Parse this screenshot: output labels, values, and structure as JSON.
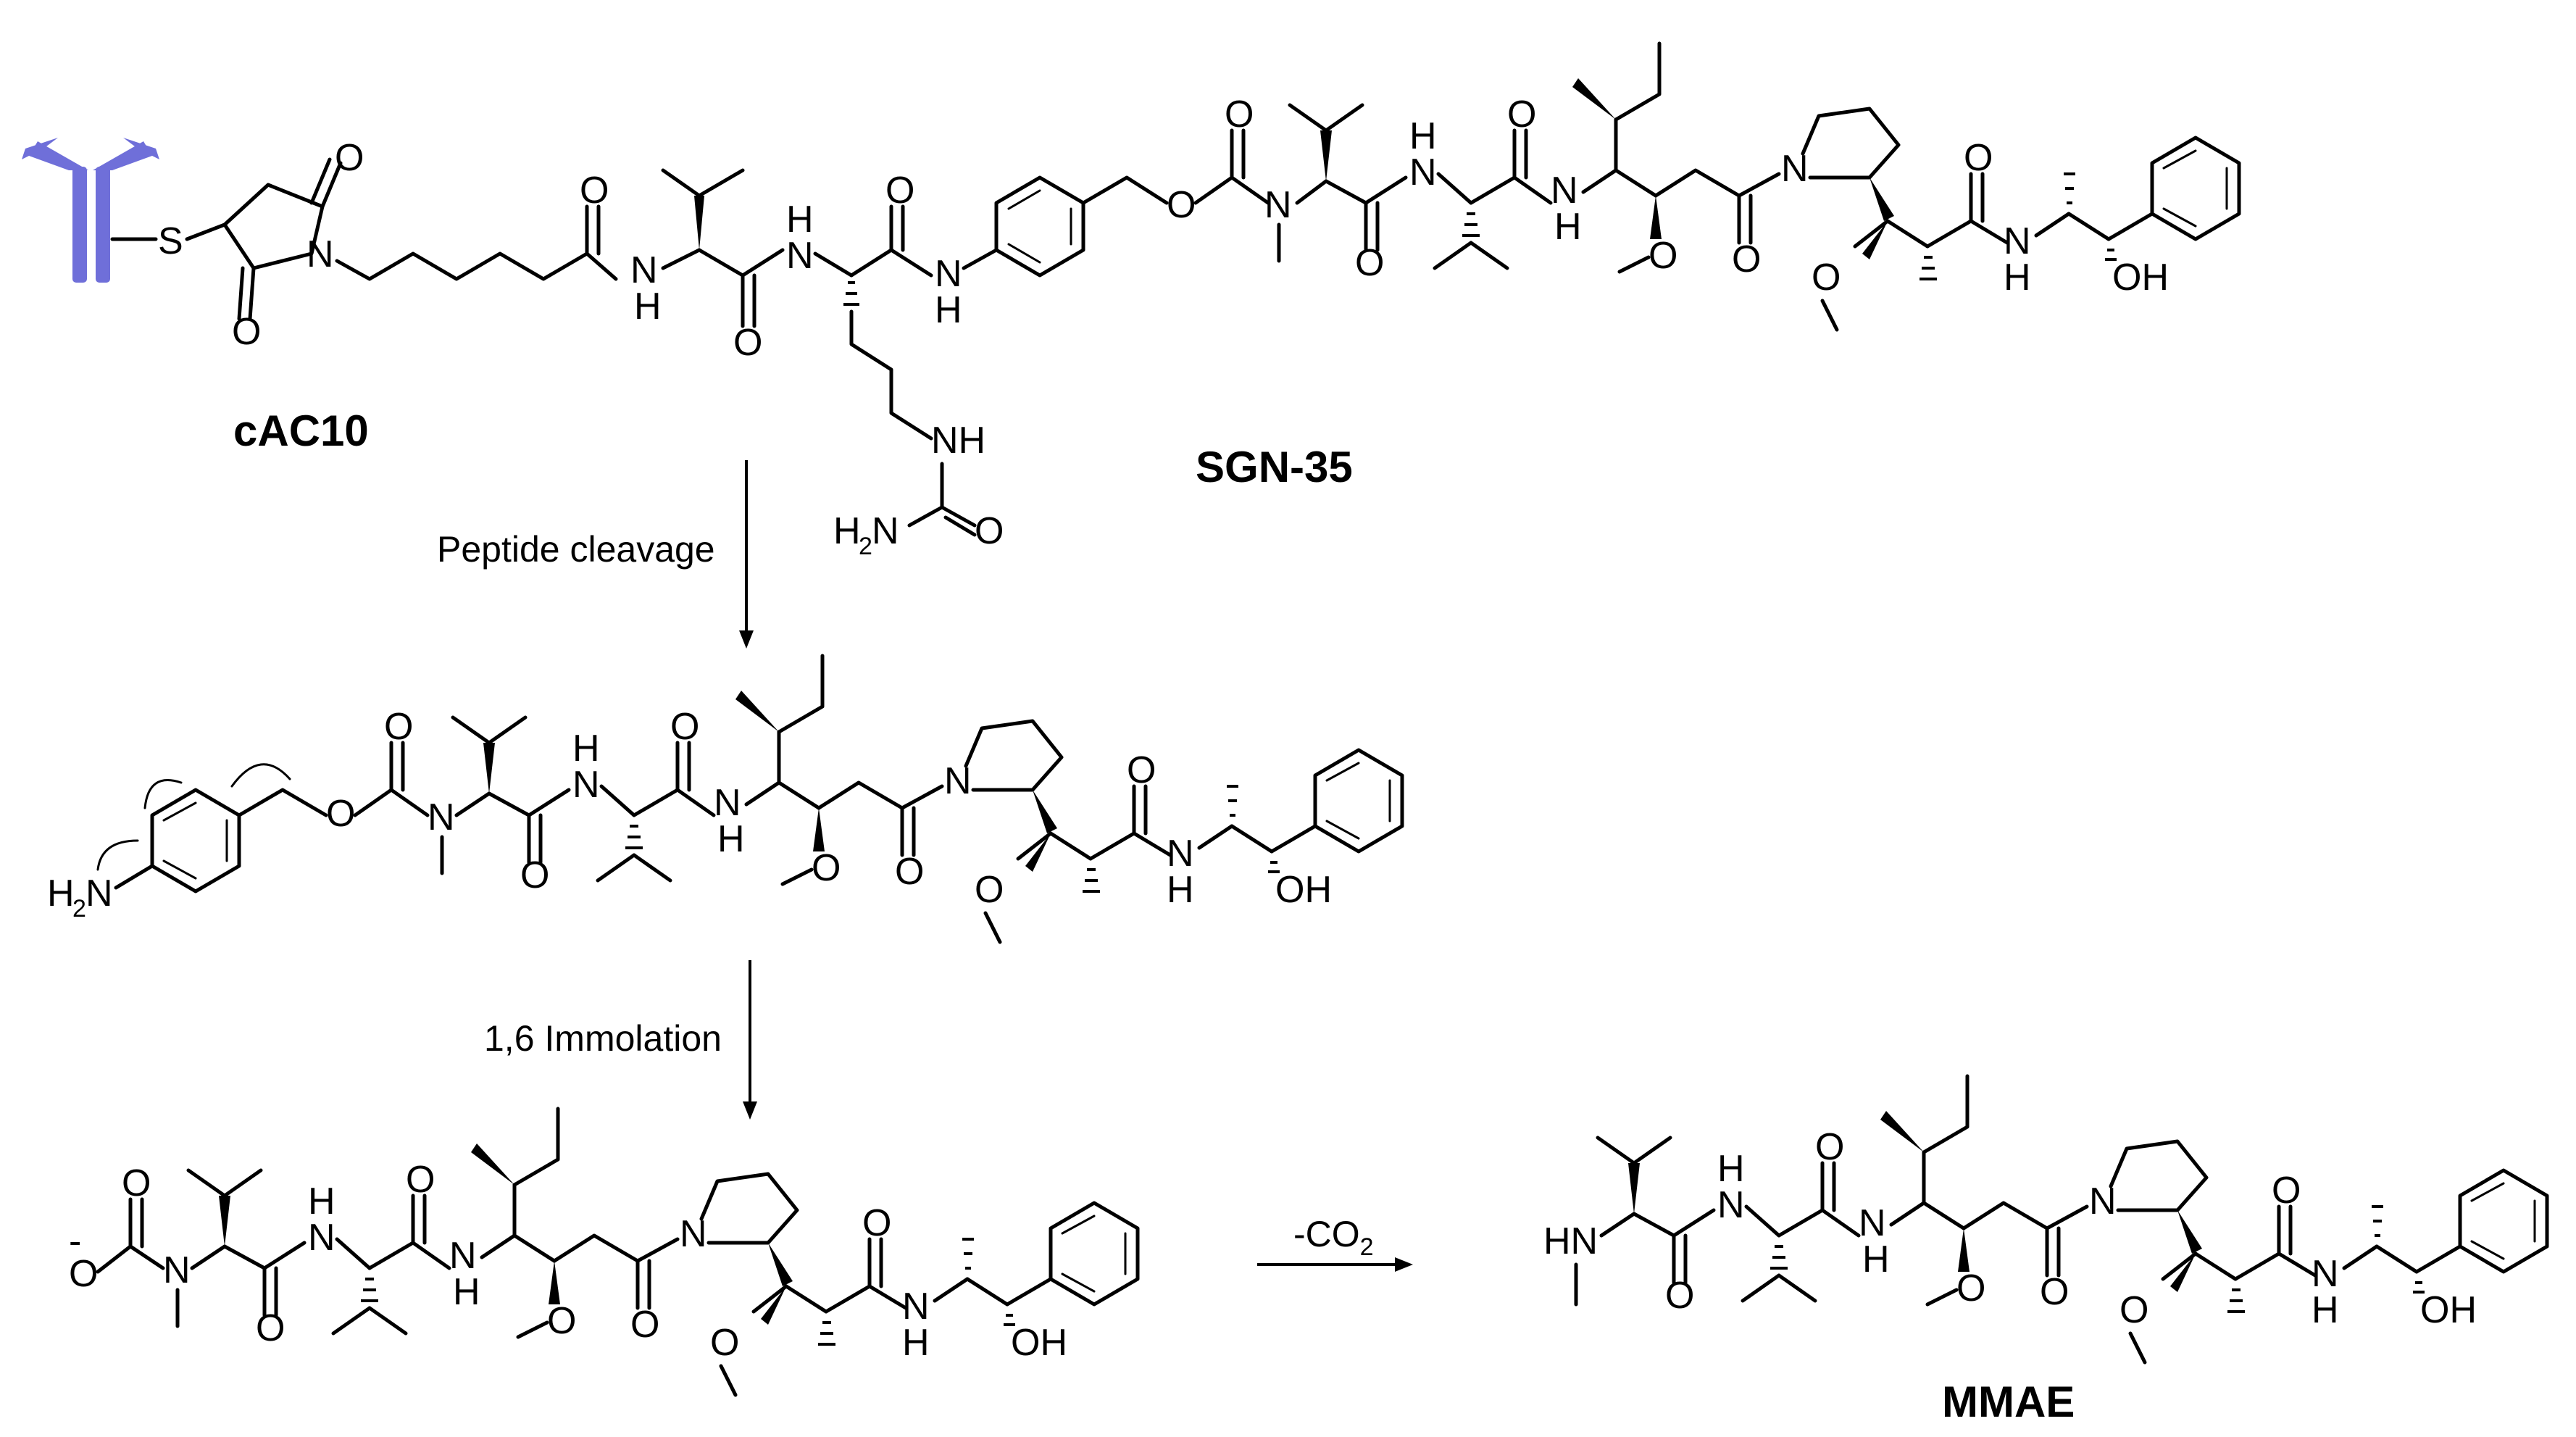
{
  "names": {
    "antibody": "cAC10",
    "conjugate": "SGN-35",
    "product": "MMAE"
  },
  "steps": {
    "step1": "Peptide cleavage",
    "step2": "1,6 Immolation",
    "step3_prefix": "-CO",
    "step3_sub": "2"
  },
  "atoms": {
    "S": "S",
    "N": "N",
    "O": "O",
    "NH": "NH",
    "H": "H",
    "OH": "OH",
    "H2N_H": "H",
    "H2N_sub": "2",
    "H2N_N": "N",
    "HN": "HN",
    "minus": "-"
  },
  "colors": {
    "antibody": "#6f6fd9",
    "ink": "#000000"
  }
}
